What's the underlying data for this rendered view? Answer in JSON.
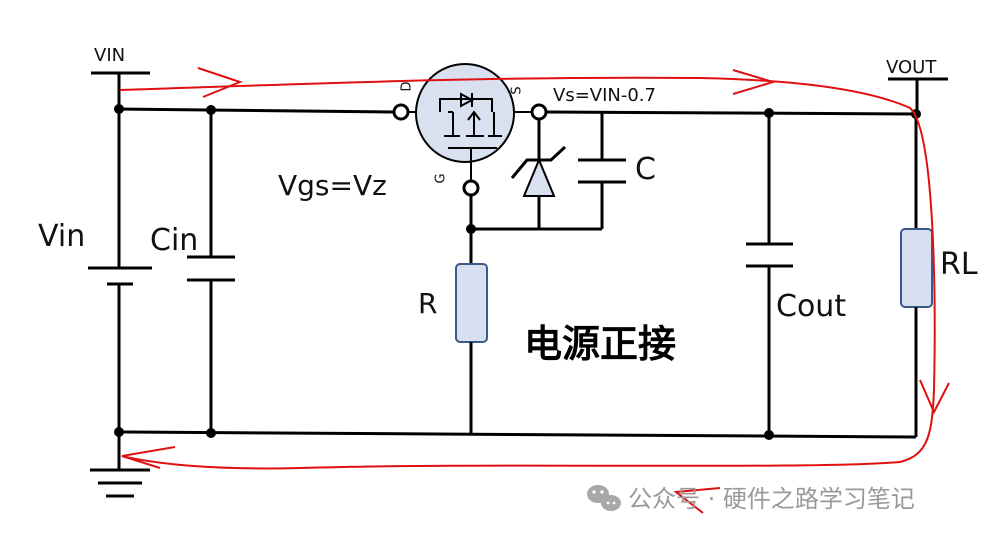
{
  "diagram": {
    "title": "电源正接",
    "colors": {
      "wire": "#000000",
      "current_path": "#e01010",
      "component_fill": "#d6e0f0",
      "component_stroke": "#3a5a8a",
      "watermark": "#9a9a9a"
    },
    "labels": {
      "vin_rail": "VIN",
      "vout_rail": "VOUT",
      "vin_source": "Vin",
      "cin": "Cin",
      "cout": "Cout",
      "r": "R",
      "rl": "RL",
      "c": "C",
      "vgs": "Vgs=Vz",
      "vs": "Vs=VIN-0.7",
      "pin_d": "D",
      "pin_s": "S",
      "pin_g": "G"
    },
    "components": [
      {
        "id": "Vin",
        "type": "dc-source"
      },
      {
        "id": "Cin",
        "type": "capacitor"
      },
      {
        "id": "Q1",
        "type": "mosfet-with-body-diode",
        "pins": [
          "D",
          "S",
          "G"
        ]
      },
      {
        "id": "Z",
        "type": "zener-diode"
      },
      {
        "id": "C",
        "type": "capacitor"
      },
      {
        "id": "R",
        "type": "resistor"
      },
      {
        "id": "Cout",
        "type": "capacitor"
      },
      {
        "id": "RL",
        "type": "resistor"
      },
      {
        "id": "GND",
        "type": "ground"
      }
    ],
    "current_path": "VIN → Q1 (D→S) → VOUT → RL → GND → Vin",
    "watermark": {
      "icon": "wechat-icon",
      "text": "公众号 · 硬件之路学习笔记"
    }
  }
}
